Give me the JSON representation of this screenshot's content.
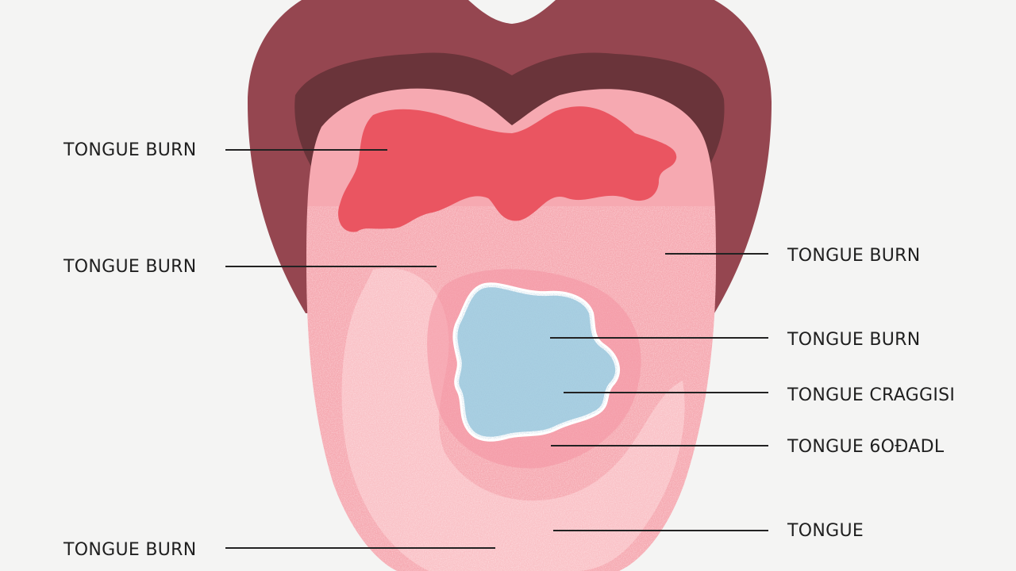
{
  "colors": {
    "background": "#f4f4f3",
    "lips": "#954650",
    "mouth_interior": "#6a343a",
    "tongue": "#f6a9b1",
    "burn_patch": "#ea5561",
    "blue_lesion": "#a9d0e2",
    "leader_line": "#222222",
    "label_text": "#1f1f1f"
  },
  "labels": {
    "left": [
      {
        "text": "TONGUE BURN"
      },
      {
        "text": "TONGUE BURN"
      },
      {
        "text": "TONGUE BURN"
      }
    ],
    "right": [
      {
        "text": "TONGUE BURN"
      },
      {
        "text": "TONGUE BURN"
      },
      {
        "text": "TONGUE CRAGGISI"
      },
      {
        "text": "TONGUE 6OĐADL"
      },
      {
        "text": "TONGUE"
      }
    ]
  }
}
